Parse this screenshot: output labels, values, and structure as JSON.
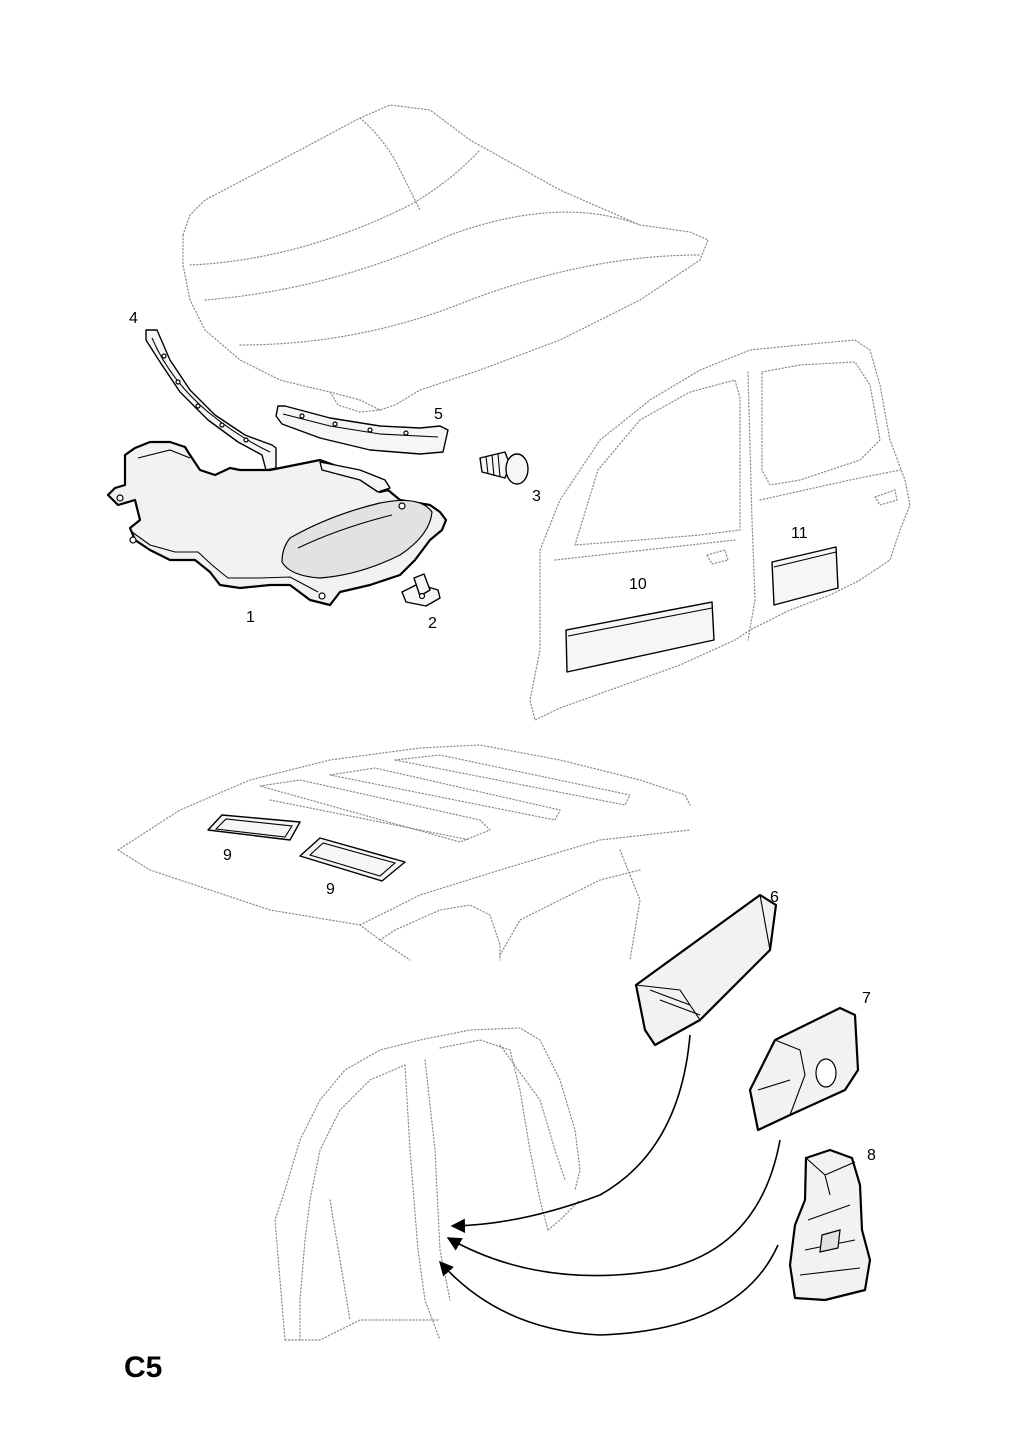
{
  "page_code": "C5",
  "callouts": {
    "c1": "1",
    "c2": "2",
    "c3": "3",
    "c4": "4",
    "c5": "5",
    "c6": "6",
    "c7": "7",
    "c8": "8",
    "c9a": "9",
    "c9b": "9",
    "c10": "10",
    "c11": "11"
  },
  "colors": {
    "line": "#000000",
    "ghost": "#8a8a8a",
    "fill": "#f2f2f2"
  }
}
